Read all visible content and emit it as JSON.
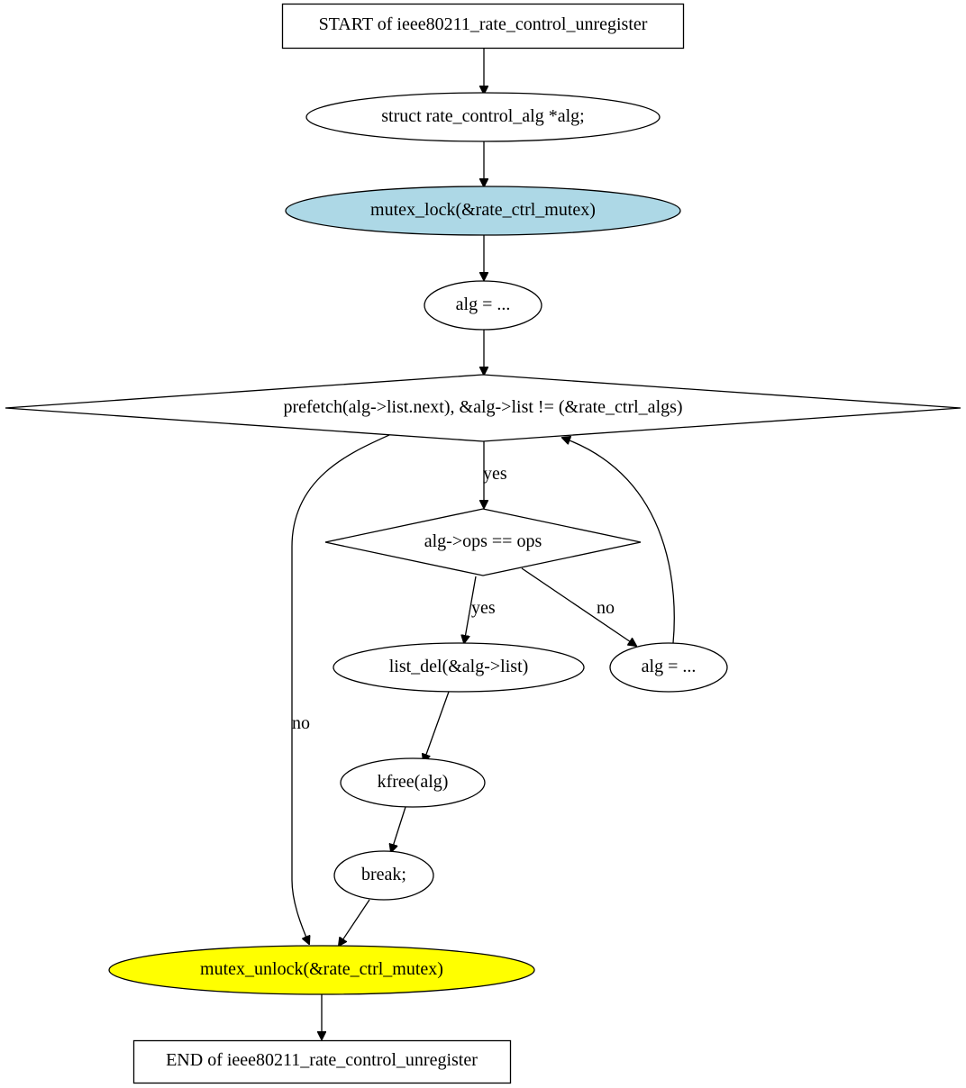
{
  "nodes": {
    "start": {
      "label": "START of ieee80211_rate_control_unregister",
      "shape": "box"
    },
    "decl": {
      "label": "struct rate_control_alg *alg;",
      "shape": "ellipse"
    },
    "lock": {
      "label": "mutex_lock(&rate_ctrl_mutex)",
      "shape": "ellipse",
      "fill": "#add8e6"
    },
    "init": {
      "label": "alg = ...",
      "shape": "ellipse"
    },
    "loop_cond": {
      "label": "prefetch(alg->list.next), &alg->list != (&rate_ctrl_algs)",
      "shape": "diamond"
    },
    "ops_cond": {
      "label": "alg->ops == ops",
      "shape": "diamond"
    },
    "list_del": {
      "label": "list_del(&alg->list)",
      "shape": "ellipse"
    },
    "next": {
      "label": "alg = ...",
      "shape": "ellipse"
    },
    "kfree": {
      "label": "kfree(alg)",
      "shape": "ellipse"
    },
    "brk": {
      "label": "break;",
      "shape": "ellipse"
    },
    "unlock": {
      "label": "mutex_unlock(&rate_ctrl_mutex)",
      "shape": "ellipse",
      "fill": "#ffff00"
    },
    "end": {
      "label": "END of ieee80211_rate_control_unregister",
      "shape": "box"
    }
  },
  "edges": {
    "loop_yes": "yes",
    "loop_no": "no",
    "ops_yes": "yes",
    "ops_no": "no"
  }
}
